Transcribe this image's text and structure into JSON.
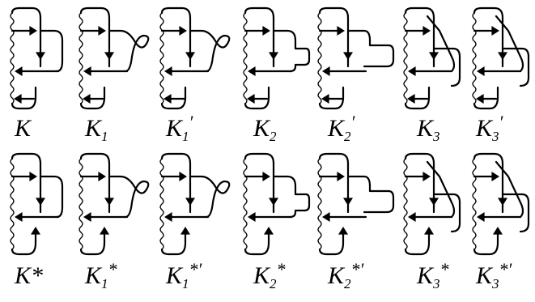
{
  "rows": [
    {
      "labels": [
        {
          "base": "K",
          "sub": "",
          "sup": ""
        },
        {
          "base": "K",
          "sub": "1",
          "sup": ""
        },
        {
          "base": "K",
          "sub": "1",
          "sup": "′"
        },
        {
          "base": "K",
          "sub": "2",
          "sup": ""
        },
        {
          "base": "K",
          "sub": "2",
          "sup": "′"
        },
        {
          "base": "K",
          "sub": "3",
          "sup": ""
        },
        {
          "base": "K",
          "sub": "3",
          "sup": "′"
        }
      ]
    },
    {
      "labels": [
        {
          "base": "K*",
          "sub": "",
          "sup": ""
        },
        {
          "base": "K",
          "sub": "1",
          "sup": "*"
        },
        {
          "base": "K",
          "sub": "1",
          "sup": "*′"
        },
        {
          "base": "K",
          "sub": "2",
          "sup": "*"
        },
        {
          "base": "K",
          "sub": "2",
          "sup": "*′"
        },
        {
          "base": "K",
          "sub": "3",
          "sup": "*"
        },
        {
          "base": "K",
          "sub": "3",
          "sup": "*′"
        }
      ]
    }
  ]
}
